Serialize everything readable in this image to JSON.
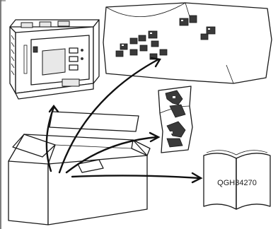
{
  "figure": {
    "manual_code": "QGH34270",
    "contents": [
      "power-meter-device",
      "connector-terminal-blocks",
      "mounting-clips",
      "instruction-sheet"
    ]
  }
}
